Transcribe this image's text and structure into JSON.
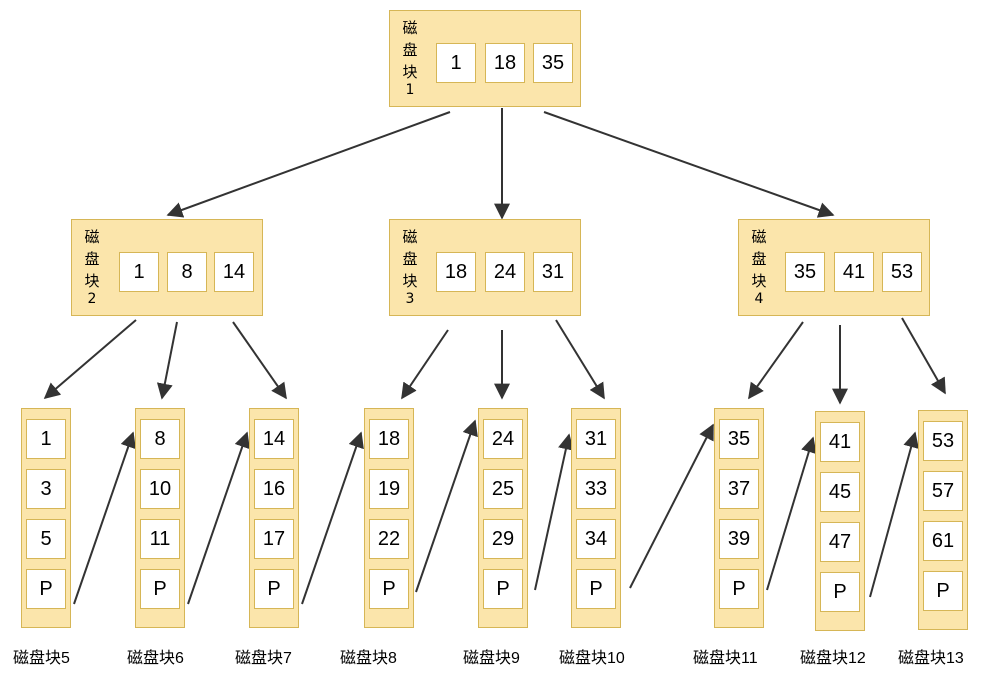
{
  "root": {
    "label_chars": [
      "磁",
      "盘",
      "块"
    ],
    "label_num": "1",
    "keys": [
      "1",
      "18",
      "35"
    ]
  },
  "internal": [
    {
      "label_chars": [
        "磁",
        "盘",
        "块"
      ],
      "label_num": "2",
      "keys": [
        "1",
        "8",
        "14"
      ]
    },
    {
      "label_chars": [
        "磁",
        "盘",
        "块"
      ],
      "label_num": "3",
      "keys": [
        "18",
        "24",
        "31"
      ]
    },
    {
      "label_chars": [
        "磁",
        "盘",
        "块"
      ],
      "label_num": "4",
      "keys": [
        "35",
        "41",
        "53"
      ]
    }
  ],
  "leaves": [
    {
      "keys": [
        "1",
        "3",
        "5",
        "P"
      ],
      "caption": "磁盘块5"
    },
    {
      "keys": [
        "8",
        "10",
        "11",
        "P"
      ],
      "caption": "磁盘块6"
    },
    {
      "keys": [
        "14",
        "16",
        "17",
        "P"
      ],
      "caption": "磁盘块7"
    },
    {
      "keys": [
        "18",
        "19",
        "22",
        "P"
      ],
      "caption": "磁盘块8"
    },
    {
      "keys": [
        "24",
        "25",
        "29",
        "P"
      ],
      "caption": "磁盘块9"
    },
    {
      "keys": [
        "31",
        "33",
        "34",
        "P"
      ],
      "caption": "磁盘块10"
    },
    {
      "keys": [
        "35",
        "37",
        "39",
        "P"
      ],
      "caption": "磁盘块11"
    },
    {
      "keys": [
        "41",
        "45",
        "47",
        "P"
      ],
      "caption": "磁盘块12"
    },
    {
      "keys": [
        "53",
        "57",
        "61",
        "P"
      ],
      "caption": "磁盘块13"
    }
  ],
  "colors": {
    "node_fill": "#fbe5ab",
    "node_border": "#d6b656",
    "key_fill": "#ffffff",
    "arrow": "#333333"
  }
}
